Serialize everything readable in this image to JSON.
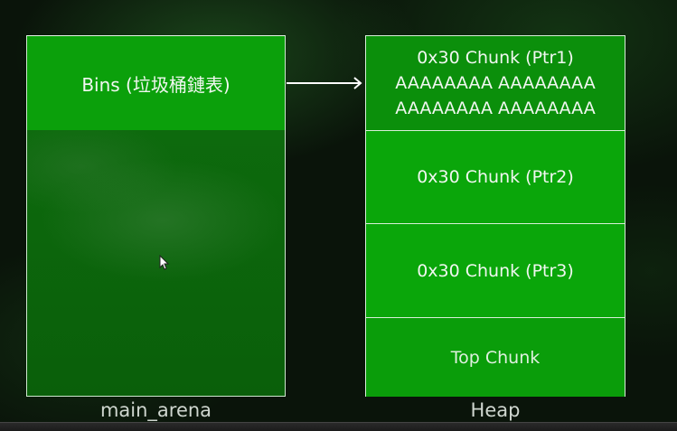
{
  "main_arena": {
    "bins_label": "Bins (垃圾桶鏈表)",
    "caption": "main_arena"
  },
  "heap": {
    "caption": "Heap",
    "chunks": [
      {
        "title": "0x30 Chunk (Ptr1)",
        "lines": [
          "AAAAAAAA AAAAAAAA",
          "AAAAAAAA AAAAAAAA"
        ]
      },
      {
        "title": "0x30 Chunk (Ptr2)",
        "lines": []
      },
      {
        "title": "0x30 Chunk (Ptr3)",
        "lines": []
      },
      {
        "title": "Top Chunk",
        "lines": []
      }
    ]
  }
}
